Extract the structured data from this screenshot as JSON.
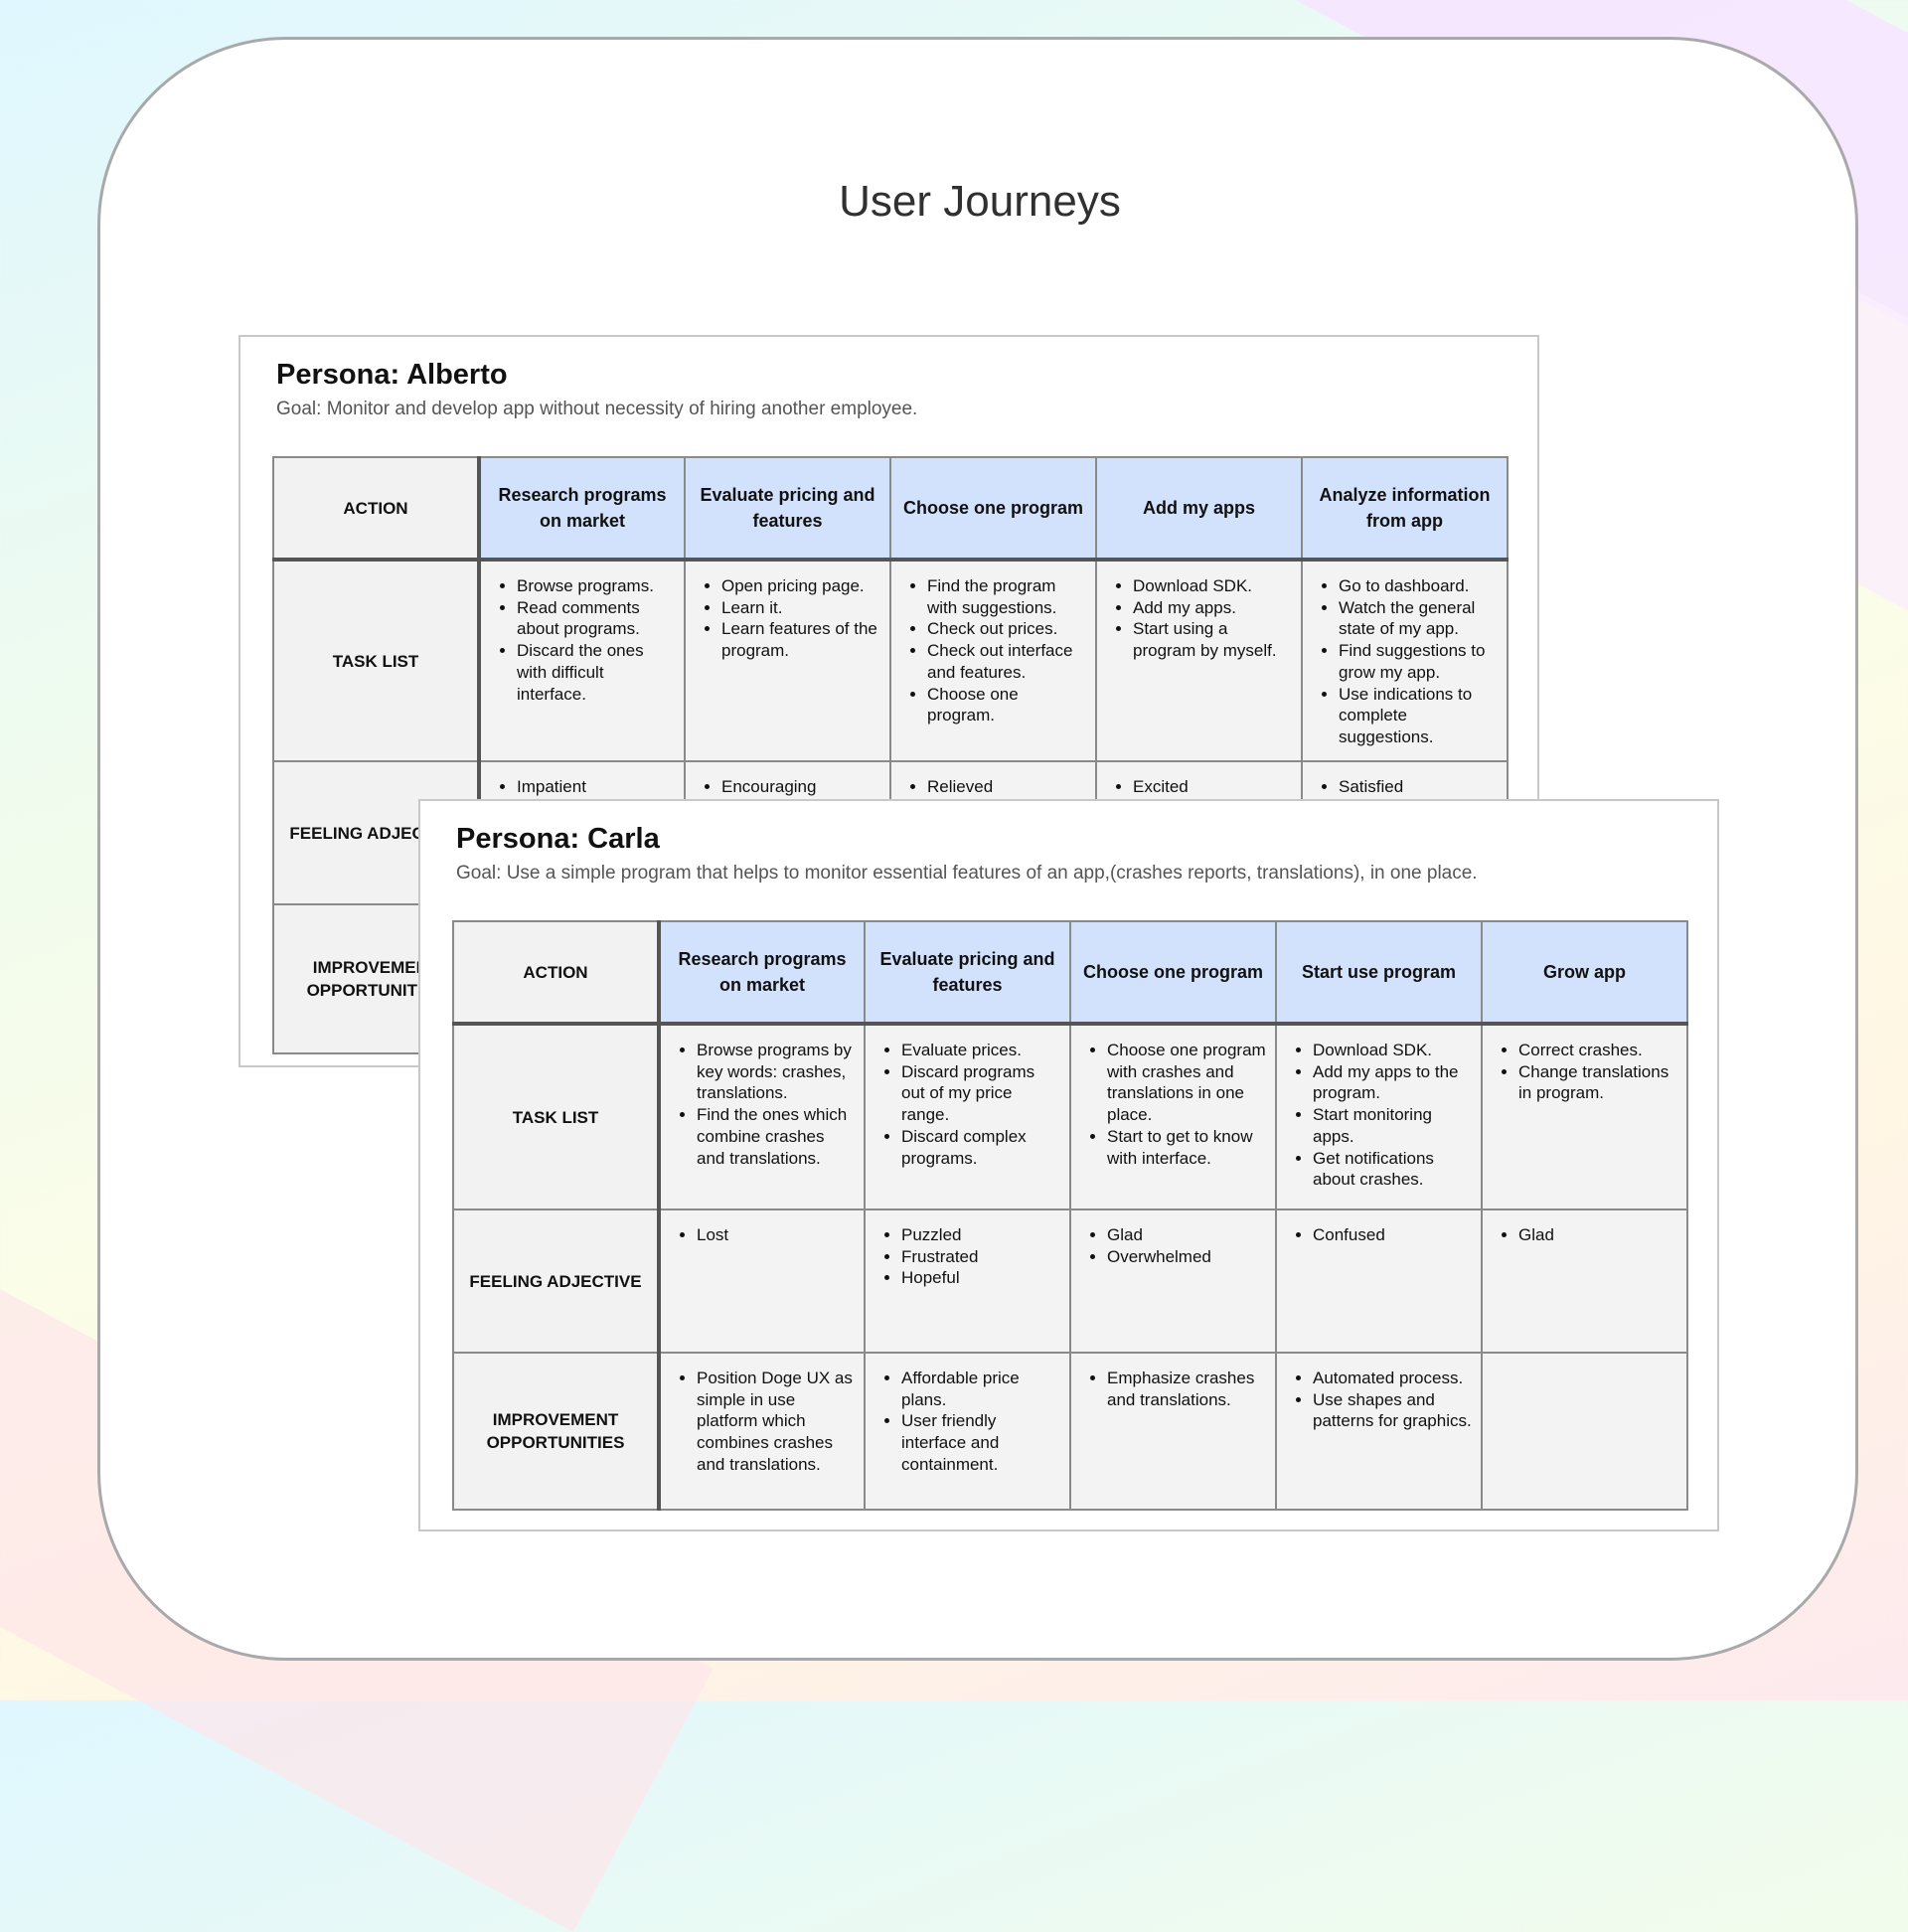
{
  "page_title": "User Journeys",
  "row_labels": {
    "action": "ACTION",
    "task_list": "TASK LIST",
    "feeling": "FEELING ADJECTIVE",
    "improvement": "IMPROVEMENT OPPORTUNITIES"
  },
  "alberto": {
    "name": "Persona: Alberto",
    "goal": "Goal: Monitor and develop app without necessity of hiring another employee.",
    "actions": [
      "Research programs on market",
      "Evaluate pricing and features",
      "Choose one program",
      "Add my apps",
      "Analyze information from app"
    ],
    "tasks": [
      [
        "Browse programs.",
        "Read comments about programs.",
        "Discard the ones with difficult interface."
      ],
      [
        "Open pricing page.",
        "Learn it.",
        "Learn features of the program."
      ],
      [
        "Find the program with suggestions.",
        "Check out prices.",
        "Check out interface and features.",
        "Choose one program."
      ],
      [
        "Download SDK.",
        "Add my apps.",
        "Start using a program by myself."
      ],
      [
        "Go to dashboard.",
        "Watch the general state of my app.",
        "Find suggestions to grow my app.",
        "Use indications to complete suggestions."
      ]
    ],
    "feelings": [
      [
        "Impatient"
      ],
      [
        "Encouraging"
      ],
      [
        "Relieved"
      ],
      [
        "Excited"
      ],
      [
        "Satisfied"
      ]
    ]
  },
  "carla": {
    "name": "Persona: Carla",
    "goal": "Goal: Use a simple program that helps to monitor essential features of an app,(crashes reports, translations), in one place.",
    "actions": [
      "Research programs on market",
      "Evaluate pricing and features",
      "Choose one program",
      "Start use program",
      "Grow app"
    ],
    "tasks": [
      [
        "Browse programs by key words: crashes, translations.",
        "Find the ones which combine crashes and translations."
      ],
      [
        "Evaluate prices.",
        "Discard programs out of my price range.",
        "Discard complex programs."
      ],
      [
        "Choose one program with crashes and translations in one place.",
        "Start to get to know with interface."
      ],
      [
        "Download SDK.",
        "Add my apps to the program.",
        "Start monitoring apps.",
        "Get notifications about crashes."
      ],
      [
        "Correct crashes.",
        "Change translations in program."
      ]
    ],
    "feelings": [
      [
        "Lost"
      ],
      [
        "Puzzled",
        "Frustrated",
        "Hopeful"
      ],
      [
        "Glad",
        "Overwhelmed"
      ],
      [
        "Confused"
      ],
      [
        "Glad"
      ]
    ],
    "improvements": [
      [
        "Position Doge UX as simple in use platform which combines crashes and translations."
      ],
      [
        "Affordable price plans.",
        "User friendly interface and containment."
      ],
      [
        "Emphasize crashes and translations."
      ],
      [
        "Automated process.",
        "Use shapes and patterns for graphics."
      ],
      []
    ]
  }
}
